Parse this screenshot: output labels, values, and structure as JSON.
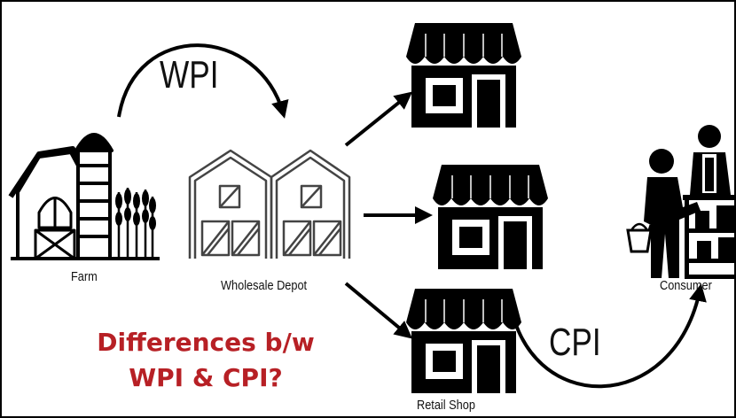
{
  "labels": {
    "wpi": "WPI",
    "cpi": "CPI",
    "farm": "Farm",
    "wholesale": "Wholesale Depot",
    "retail": "Retail Shop",
    "consumer": "Consumer"
  },
  "question": {
    "line1": "Differences b/w",
    "line2": "WPI & CPI?",
    "color": "#b72025"
  },
  "icons": [
    "farm-icon",
    "wholesale-depot-icon",
    "retail-shop-icon",
    "consumer-icon"
  ]
}
